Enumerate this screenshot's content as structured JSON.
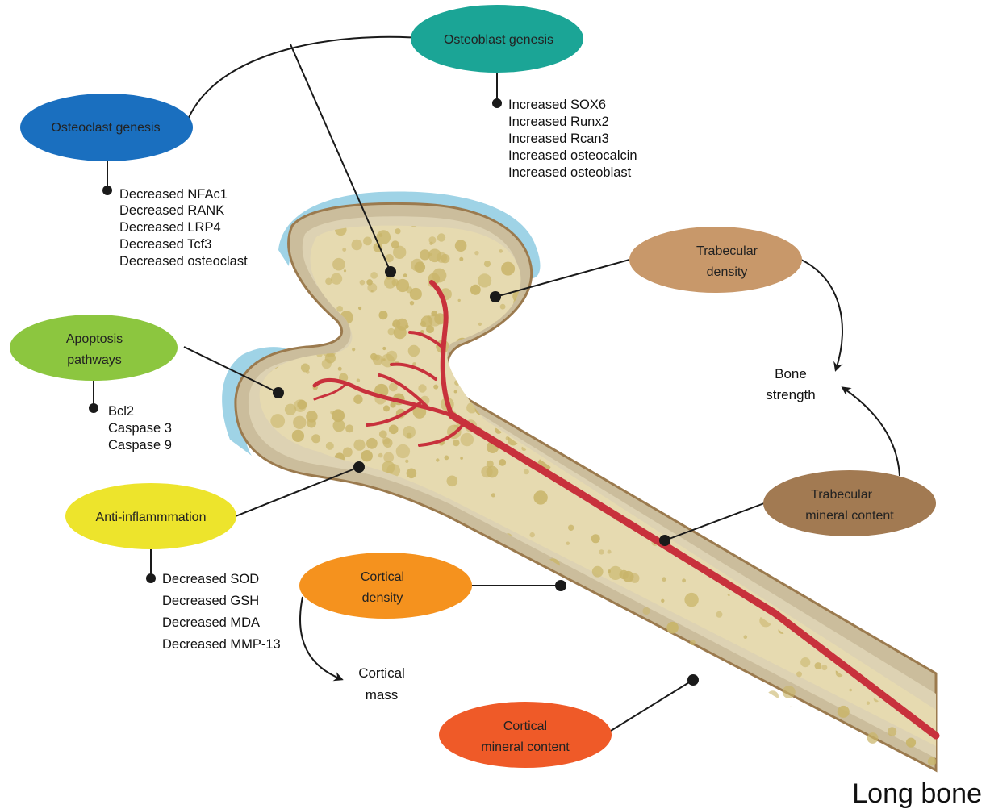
{
  "colors": {
    "osteoclast": "#1a6fbf",
    "osteoblast": "#1ba596",
    "apoptosis": "#8cc63f",
    "inflammation": "#ede42c",
    "trabecular_density": "#c8986a",
    "trabecular_mineral": "#a27a52",
    "cortical_density": "#f5921e",
    "cortical_mineral": "#ef5a28",
    "vessel": "#c8313c",
    "periosteum": "#9fd3e6",
    "cortex": "#cbbd9c",
    "marrow": "#e6dab0",
    "pore": "#c9b56a"
  },
  "nodes": {
    "osteoblast": {
      "label": "Osteoblast genesis"
    },
    "osteoclast": {
      "label": "Osteoclast genesis"
    },
    "apoptosis": {
      "label_line1": "Apoptosis",
      "label_line2": "pathways"
    },
    "inflammation": {
      "label": "Anti-inflammmation"
    },
    "trabecular_density": {
      "label_line1": "Trabecular",
      "label_line2": "density"
    },
    "trabecular_mineral": {
      "label_line1": "Trabecular",
      "label_line2": "mineral content"
    },
    "cortical_density": {
      "label_line1": "Cortical",
      "label_line2": "density"
    },
    "cortical_mineral": {
      "label_line1": "Cortical",
      "label_line2": "mineral content"
    }
  },
  "lists": {
    "osteoblast": [
      "Increased SOX6",
      "Increased Runx2",
      "Increased Rcan3",
      "Increased osteocalcin",
      "Increased osteoblast"
    ],
    "osteoclast": [
      "Decreased NFAc1",
      "Decreased RANK",
      "Decreased LRP4",
      "Decreased Tcf3",
      "Decreased osteoclast"
    ],
    "apoptosis": [
      "Bcl2",
      "Caspase 3",
      "Caspase 9"
    ],
    "inflammation": [
      "Decreased SOD",
      "Decreased GSH",
      "Decreased MDA",
      "Decreased MMP-13"
    ]
  },
  "outcomes": {
    "bone_strength": {
      "line1": "Bone",
      "line2": "strength"
    },
    "cortical_mass": {
      "line1": "Cortical",
      "line2": "mass"
    }
  },
  "caption": "Long bone"
}
